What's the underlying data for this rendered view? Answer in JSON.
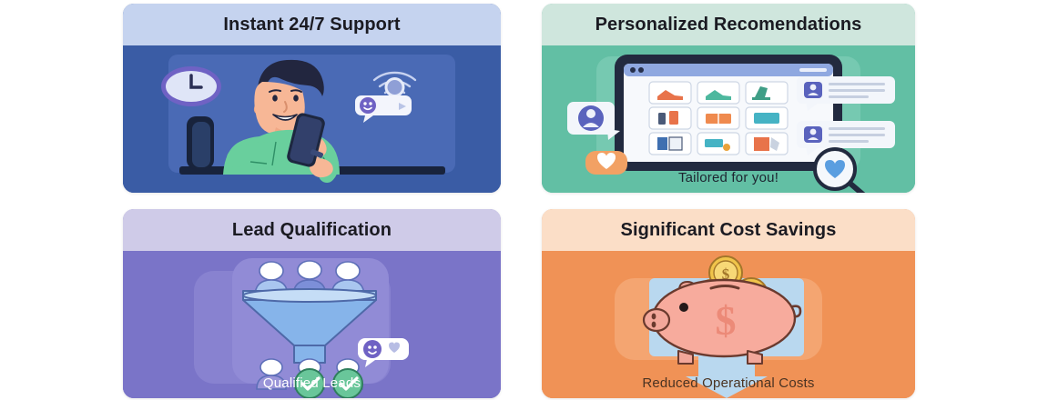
{
  "layout": {
    "columns": 2,
    "rows": 2,
    "background": "#ffffff"
  },
  "cards": [
    {
      "id": "instant-support",
      "title": "Instant 24/7 Support",
      "caption": "",
      "header_color": "#c5d3ef",
      "body_color": "#3a5ca5",
      "panel_color": "#4a6ab5",
      "title_color": "#1b1b22",
      "illustration": "person-with-phone-clock-chat-signal",
      "illustration_elements": [
        "clock-icon",
        "person-avatar",
        "smartphone",
        "chat-bubble-smiley",
        "wifi-signal-icon",
        "laptop-base"
      ]
    },
    {
      "id": "personalized-recommendations",
      "title": "Personalized Recomendations",
      "caption": "Tailored for you!",
      "header_color": "#cfe6dd",
      "body_color": "#62bfa4",
      "panel_color": "#76c9b1",
      "title_color": "#1b1b22",
      "caption_color": "#1d2430",
      "illustration": "tablet-product-grid-with-user-cards",
      "illustration_elements": [
        "tablet-device",
        "product-grid",
        "user-profile-bubble",
        "user-card-1",
        "user-card-2",
        "heart-badge",
        "magnifier-heart-icon"
      ],
      "product_grid_items": [
        "orange-sneaker",
        "teal-sneaker",
        "green-heel",
        "perfume-bottles",
        "orange-box",
        "teal-card",
        "blue-book",
        "teal-truck",
        "orange-document"
      ]
    },
    {
      "id": "lead-qualification",
      "title": "Lead Qualification",
      "caption": "Qualified Leads",
      "header_color": "#cfcbe8",
      "body_color": "#7a74c8",
      "panel_color": "#8882d0",
      "title_color": "#1b1b22",
      "caption_color": "#ffffff",
      "illustration": "funnel-filtering-leads",
      "illustration_elements": [
        "funnel-icon",
        "lead-avatar-top-1",
        "lead-avatar-top-2",
        "lead-avatar-top-3",
        "lead-avatar-bottom-unqualified",
        "lead-avatar-bottom-checked-1",
        "lead-avatar-bottom-checked-2",
        "check-badge-1",
        "check-badge-2",
        "chat-bubble-smiley"
      ]
    },
    {
      "id": "cost-savings",
      "title": "Significant Cost Savings",
      "caption": "Reduced Operational Costs",
      "header_color": "#fbdec7",
      "body_color": "#f09256",
      "panel_color": "#f4a571",
      "title_color": "#1b1b22",
      "caption_color": "#4a3322",
      "illustration": "piggy-bank-with-coins-and-down-arrow",
      "illustration_elements": [
        "piggy-bank-icon",
        "coin-1",
        "coin-2",
        "coin-3",
        "dollar-sign",
        "down-arrow-icon"
      ]
    }
  ]
}
